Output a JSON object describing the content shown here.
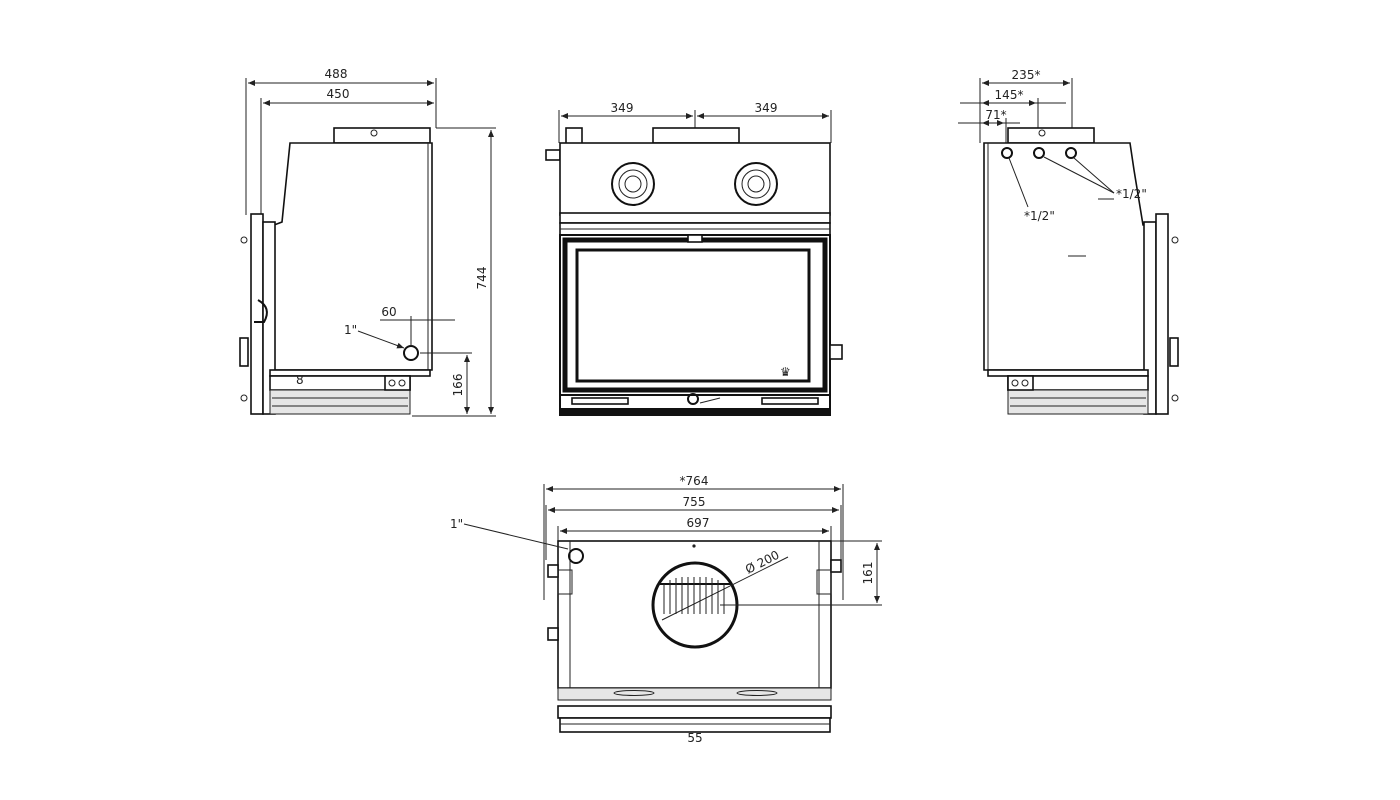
{
  "side_left": {
    "width_total": "488",
    "width_inner": "450",
    "height_total": "744",
    "height_outlet": "166",
    "offset_outlet": "60",
    "outlet_label": "1\""
  },
  "front": {
    "left_half": "349",
    "right_half": "349"
  },
  "side_right": {
    "dim_a": "235*",
    "dim_b": "145*",
    "dim_c": "71*",
    "label_single": "*1/2\"",
    "label_double": "*1/2\""
  },
  "top": {
    "width_outer": "*764",
    "width_mid": "755",
    "width_inner": "697",
    "flue_diameter": "Ø 200",
    "flue_offset": "161",
    "outlet_label": "1\"",
    "bottom_cut": "55"
  }
}
